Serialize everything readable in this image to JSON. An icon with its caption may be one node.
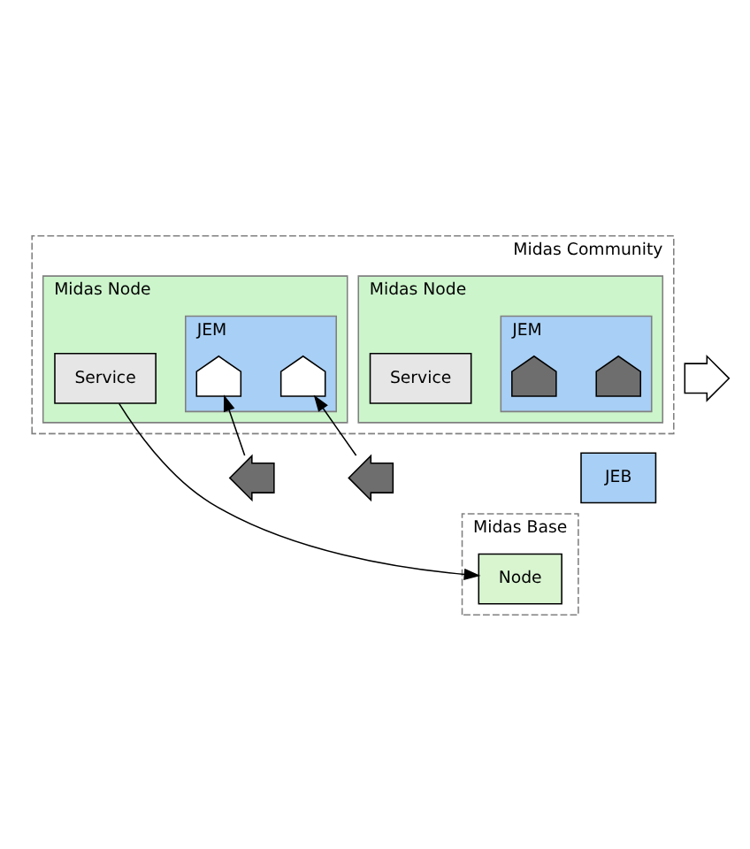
{
  "diagram": {
    "nodes": [
      {
        "text": [
          "Midas Community"
        ]
      },
      {
        "text": [
          "Midas Node"
        ],
        "in": 0
      },
      {
        "text": [
          "Service"
        ],
        "in": 1
      },
      {
        "text": [
          "JEM"
        ],
        "in": 1
      },
      {
        "text": [
          "Midas Node"
        ],
        "in": 0
      },
      {
        "text": [
          "Service"
        ],
        "in": 4
      },
      {
        "text": [
          "JEM"
        ],
        "in": 4
      },
      {
        "text": [
          "JEB"
        ]
      },
      {
        "text": [
          "Midas Base"
        ]
      },
      {
        "text": [
          "Node"
        ],
        "in": 8
      },
      {
        "text": [],
        "shape": "arrow",
        "in": 3
      },
      {
        "text": [],
        "shape": "arrow",
        "in": 3
      },
      {
        "text": [],
        "shape": "arrow",
        "in": 6
      },
      {
        "text": [],
        "shape": "arrow",
        "in": 6
      },
      {
        "text": [],
        "shape": "arrow"
      },
      {
        "text": [],
        "shape": "arrow"
      },
      {
        "text": [],
        "shape": "arrow"
      }
    ],
    "edges": [
      {
        "from": 2,
        "to": 9,
        "arrow": "to"
      },
      {
        "from": 14,
        "to": 10,
        "arrow": "to"
      },
      {
        "from": 15,
        "to": 11,
        "arrow": "to"
      }
    ]
  }
}
